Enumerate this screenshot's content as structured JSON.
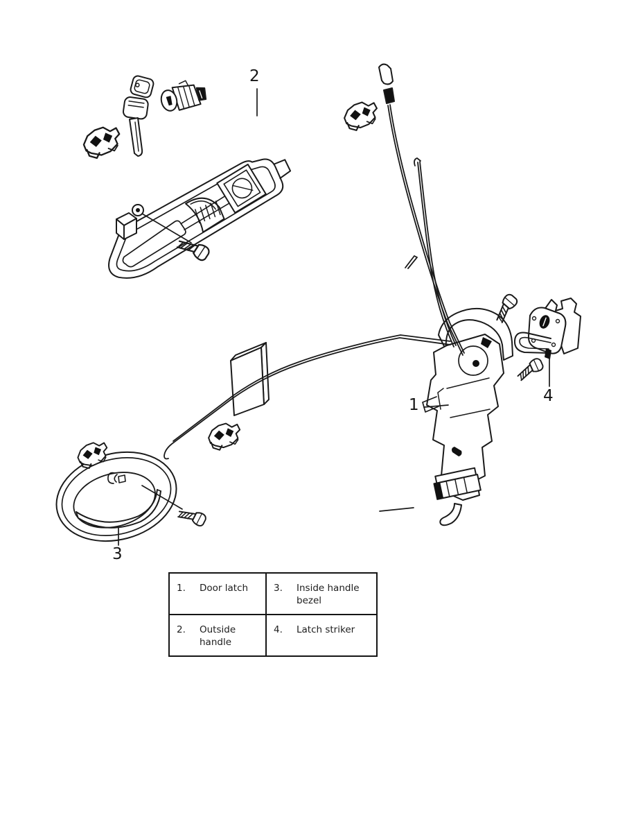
{
  "diagram": {
    "callouts": {
      "door_latch": "1",
      "outside_handle": "2",
      "inside_handle_bezel": "3",
      "latch_striker": "4"
    }
  },
  "parts_table": {
    "cells": [
      {
        "num": "1.",
        "label": "Door latch"
      },
      {
        "num": "3.",
        "label": "Inside handle bezel"
      },
      {
        "num": "2.",
        "label": "Outside handle"
      },
      {
        "num": "4.",
        "label": "Latch striker"
      }
    ]
  },
  "colors": {
    "line": "#1a1a1a",
    "background": "#ffffff",
    "table_border": "#151515"
  }
}
